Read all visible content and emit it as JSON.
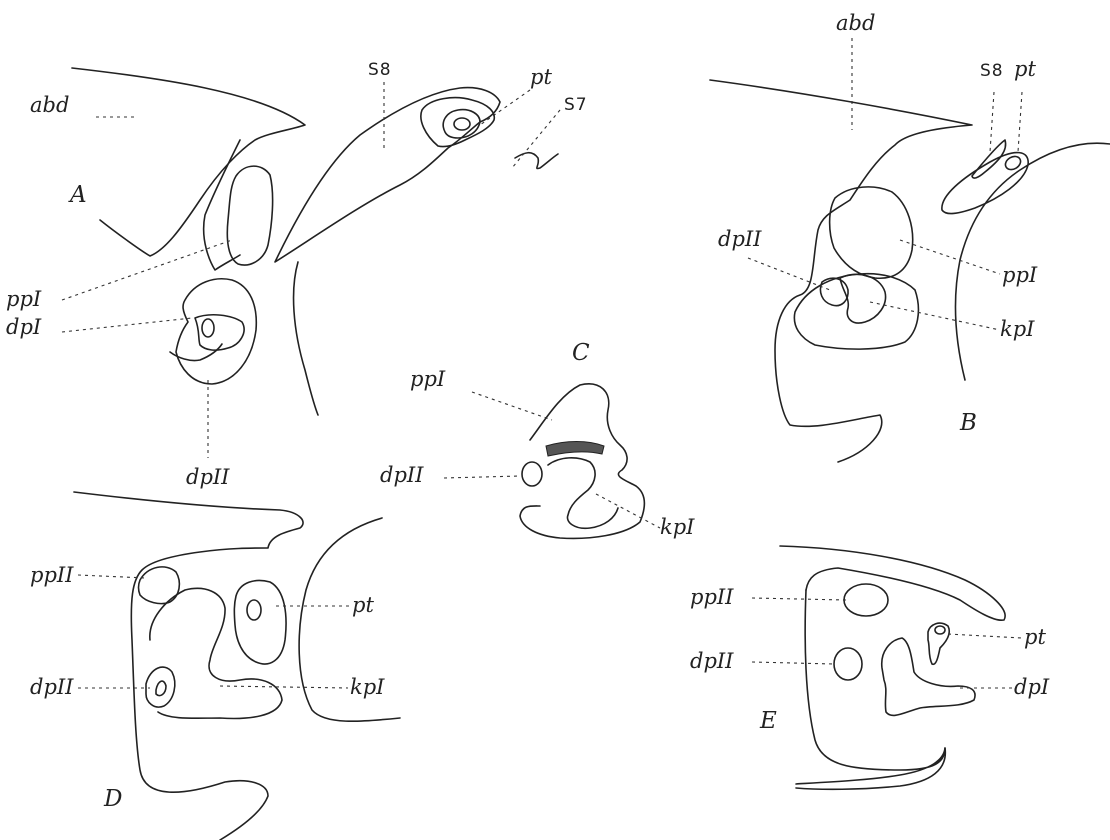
{
  "figure": {
    "panels": {
      "A": {
        "letter": "A",
        "labels": {
          "abd": "abd",
          "s8": "S8",
          "pt": "pt",
          "s7": "S7",
          "ppI": "ppI",
          "dpI": "dpI",
          "dpII": "dpII"
        }
      },
      "B": {
        "letter": "B",
        "labels": {
          "abd": "abd",
          "s8": "S8",
          "pt": "pt",
          "dpII": "dpII",
          "ppI": "ppI",
          "kpI": "kpI"
        }
      },
      "C": {
        "letter": "C",
        "labels": {
          "ppI": "ppI",
          "dpII": "dpII",
          "kpI": "kpI"
        }
      },
      "D": {
        "letter": "D",
        "labels": {
          "ppII": "ppII",
          "pt": "pt",
          "dpII": "dpII",
          "kpI": "kpI"
        }
      },
      "E": {
        "letter": "E",
        "labels": {
          "ppII": "ppII",
          "pt": "pt",
          "dpII": "dpII",
          "dpI": "dpI"
        }
      }
    }
  }
}
